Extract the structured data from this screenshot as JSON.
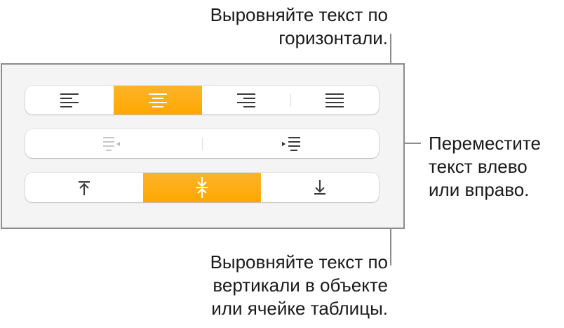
{
  "callouts": {
    "horizontal": {
      "line1": "Выровняйте текст по",
      "line2": "горизонтали."
    },
    "indent": {
      "line1": "Переместите",
      "line2": "текст влево",
      "line3": "или вправо."
    },
    "vertical": {
      "line1": "Выровняйте текст по",
      "line2": "вертикали в объекте",
      "line3": "или ячейке таблицы."
    }
  },
  "controls": {
    "horizontal_alignment": {
      "buttons": [
        {
          "name": "align-left",
          "icon": "align-left-icon",
          "selected": false
        },
        {
          "name": "align-center",
          "icon": "align-center-icon",
          "selected": true
        },
        {
          "name": "align-right",
          "icon": "align-right-icon",
          "selected": false
        },
        {
          "name": "justify",
          "icon": "justify-icon",
          "selected": false
        }
      ]
    },
    "indent": {
      "buttons": [
        {
          "name": "decrease-indent",
          "icon": "outdent-icon",
          "enabled": false
        },
        {
          "name": "increase-indent",
          "icon": "indent-icon",
          "enabled": true
        }
      ]
    },
    "vertical_alignment": {
      "buttons": [
        {
          "name": "align-top",
          "icon": "align-top-icon",
          "selected": false
        },
        {
          "name": "align-middle",
          "icon": "align-middle-icon",
          "selected": true
        },
        {
          "name": "align-bottom",
          "icon": "align-bottom-icon",
          "selected": false
        }
      ]
    }
  },
  "colors": {
    "accent": "#fea700",
    "panel": "#f4f4f4",
    "callout_line": "#8c8c8c"
  }
}
